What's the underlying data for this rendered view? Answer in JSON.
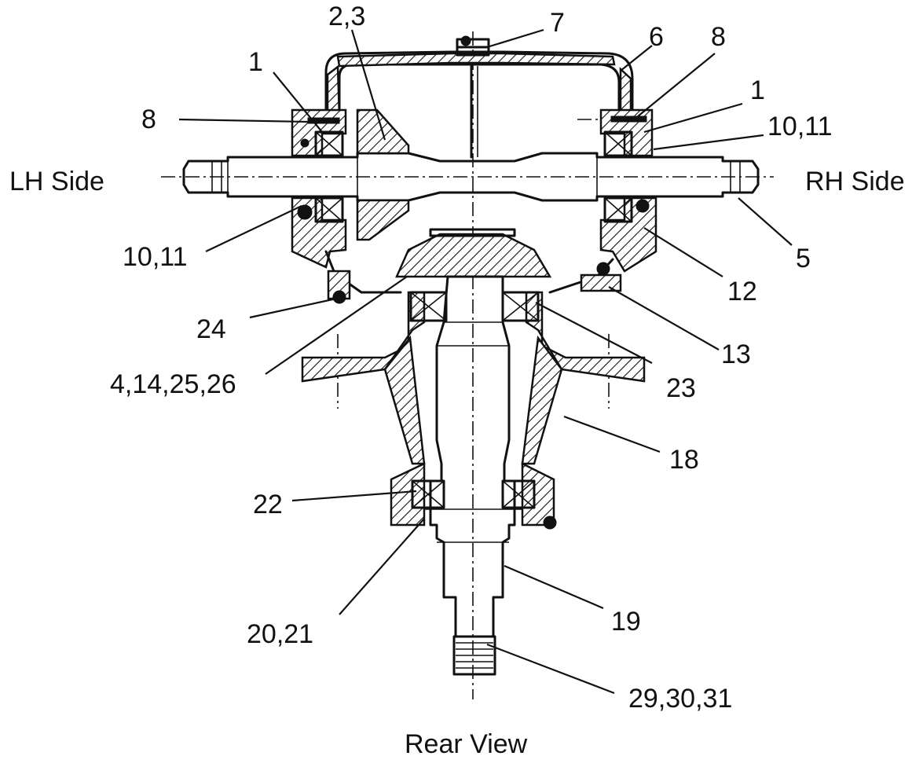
{
  "diagram": {
    "side_labels": {
      "left": "LH Side",
      "right": "RH Side"
    },
    "view_label": "Rear View",
    "callouts": [
      {
        "id": "c-2-3",
        "text": "2,3"
      },
      {
        "id": "c-7",
        "text": "7"
      },
      {
        "id": "c-6",
        "text": "6"
      },
      {
        "id": "c-8-right",
        "text": "8"
      },
      {
        "id": "c-1-left",
        "text": "1"
      },
      {
        "id": "c-1-right",
        "text": "1"
      },
      {
        "id": "c-8-left",
        "text": "8"
      },
      {
        "id": "c-10-11-right",
        "text": "10,11"
      },
      {
        "id": "c-10-11-left",
        "text": "10,11"
      },
      {
        "id": "c-5",
        "text": "5"
      },
      {
        "id": "c-12",
        "text": "12"
      },
      {
        "id": "c-24",
        "text": "24"
      },
      {
        "id": "c-13",
        "text": "13"
      },
      {
        "id": "c-4-14-25-26",
        "text": "4,14,25,26"
      },
      {
        "id": "c-23",
        "text": "23"
      },
      {
        "id": "c-18",
        "text": "18"
      },
      {
        "id": "c-22",
        "text": "22"
      },
      {
        "id": "c-19",
        "text": "19"
      },
      {
        "id": "c-20-21",
        "text": "20,21"
      },
      {
        "id": "c-29-30-31",
        "text": "29,30,31"
      }
    ]
  }
}
